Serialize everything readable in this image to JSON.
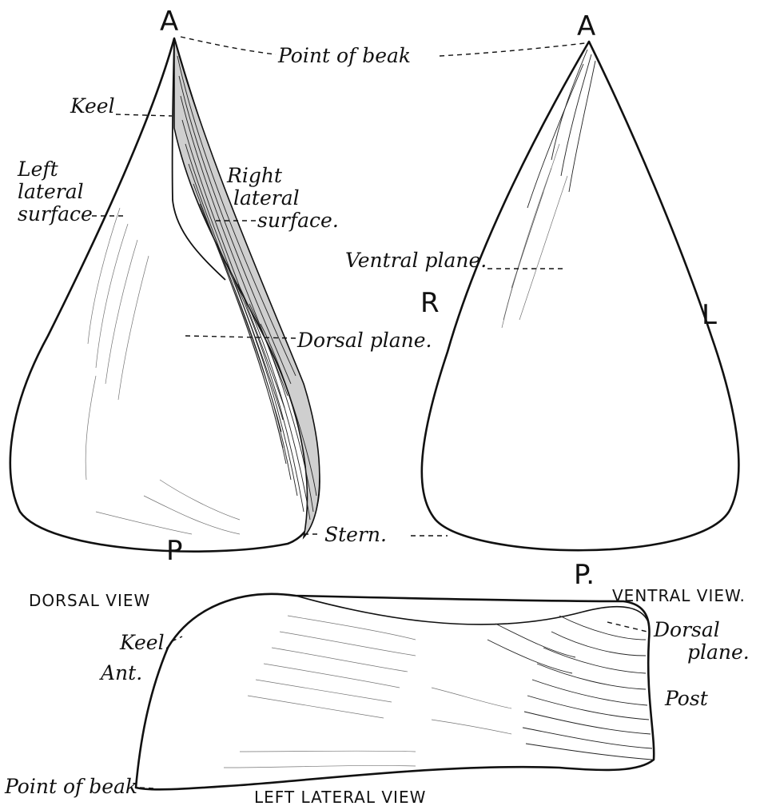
{
  "figure": {
    "views": {
      "dorsal": "DORSAL VIEW",
      "ventral": "VENTRAL VIEW.",
      "left_lateral": "LEFT LATERAL VIEW"
    },
    "dorsal_labels": {
      "apex": "A",
      "posterior": "P",
      "keel": "Keel",
      "left_lateral_line1": "Left",
      "left_lateral_line2": "lateral",
      "left_lateral_line3": "surface",
      "right_lateral_line1": "Right",
      "right_lateral_line2": "lateral",
      "right_lateral_line3": "surface.",
      "dorsal_plane": "Dorsal plane.",
      "stern": "Stern."
    },
    "ventral_labels": {
      "apex": "A",
      "posterior": "P.",
      "right": "R",
      "left": "L",
      "ventral_plane": "Ventral plane."
    },
    "shared_labels": {
      "point_of_beak": "Point of beak"
    },
    "lateral_labels": {
      "keel": "Keel.",
      "anterior": "Ant.",
      "point_of_beak": "Point of beak",
      "dorsal_plane_line1": "Dorsal",
      "dorsal_plane_line2": "plane.",
      "posterior": "Post"
    }
  }
}
